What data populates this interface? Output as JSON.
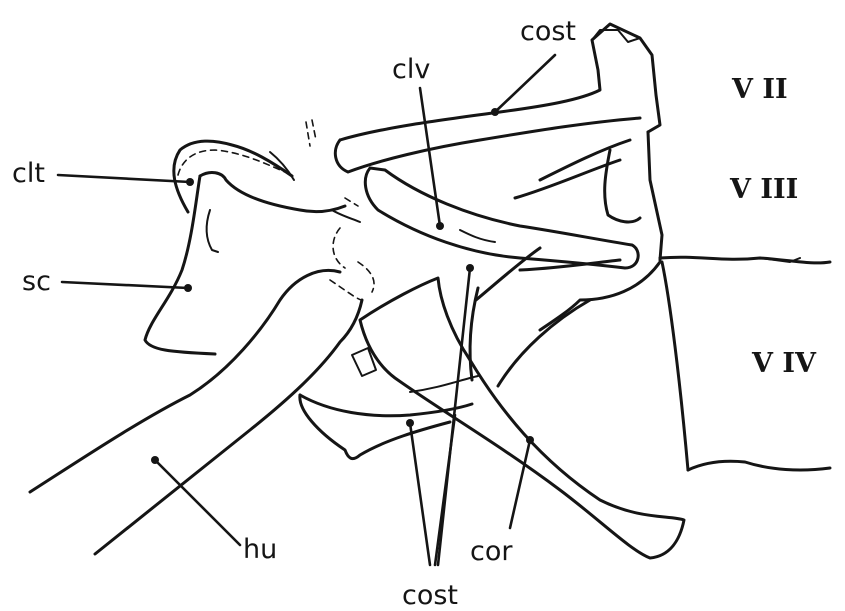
{
  "labels": {
    "cost_top": "cost",
    "clv": "clv",
    "clt": "clt",
    "sc": "sc",
    "hu": "hu",
    "cor": "cor",
    "cost_bottom": "cost",
    "v2": "V II",
    "v3": "V III",
    "v4": "V IV"
  },
  "colors": {
    "ink": "#151515",
    "background": "#ffffff"
  }
}
